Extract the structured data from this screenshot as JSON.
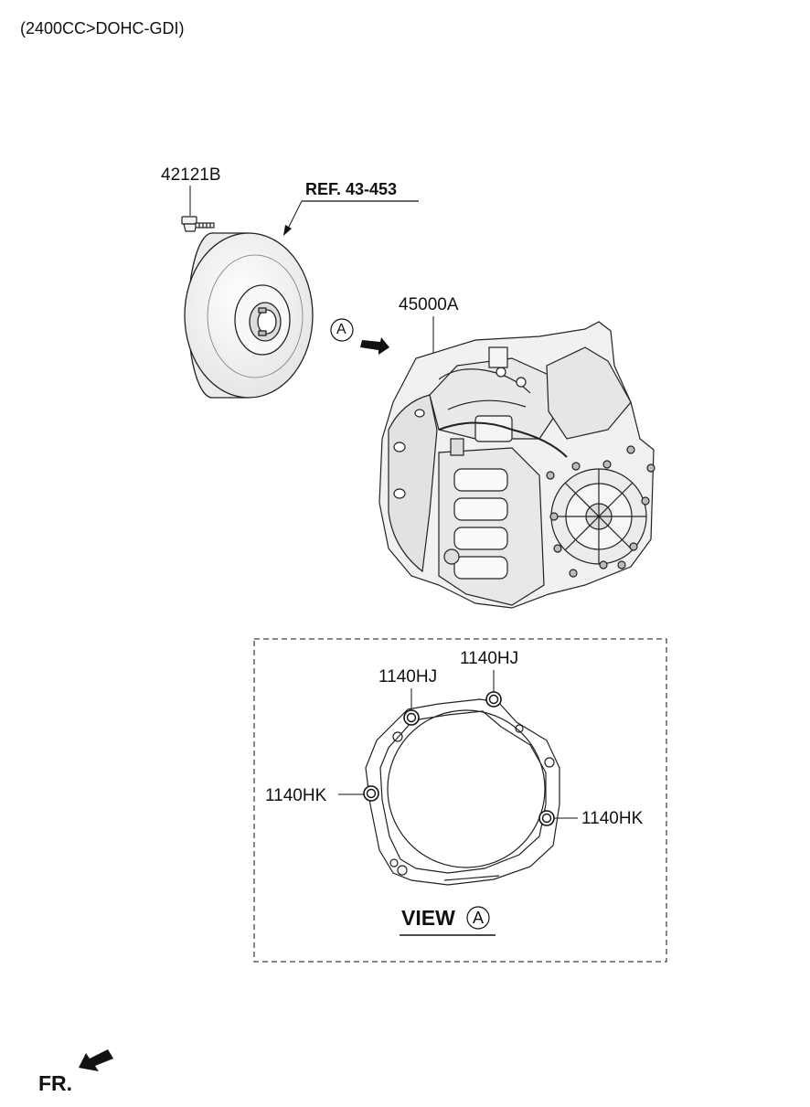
{
  "header": {
    "engine_spec": "(2400CC>DOHC-GDI)"
  },
  "parts": {
    "bolt": "42121B",
    "torque_converter_ref": "REF. 43-453",
    "transaxle": "45000A",
    "dowel_pin_top_left": "1140HJ",
    "dowel_pin_top_right": "1140HJ",
    "dowel_pin_left": "1140HK",
    "dowel_pin_right": "1140HK"
  },
  "view": {
    "prefix": "VIEW",
    "letter": "A"
  },
  "arrow_marker": {
    "letter": "A"
  },
  "footer": {
    "front_label": "FR."
  }
}
